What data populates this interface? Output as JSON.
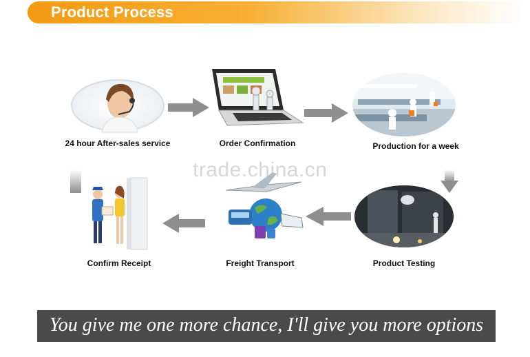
{
  "header": {
    "title": "Product Process"
  },
  "watermark": "trade.china.cn",
  "steps": [
    {
      "label": "24 hour After-sales service",
      "icon": "customer-service-agent-image"
    },
    {
      "label": "Order Confirmation",
      "icon": "laptop-order-image"
    },
    {
      "label": "Production for a week",
      "icon": "factory-production-line-image"
    },
    {
      "label": "Product Testing",
      "icon": "testing-room-image"
    },
    {
      "label": "Freight Transport",
      "icon": "freight-transport-globe-image"
    },
    {
      "label": "Confirm Receipt",
      "icon": "delivery-receipt-image"
    }
  ],
  "footer": {
    "slogan": "You give me one more chance, I'll give you more options"
  }
}
